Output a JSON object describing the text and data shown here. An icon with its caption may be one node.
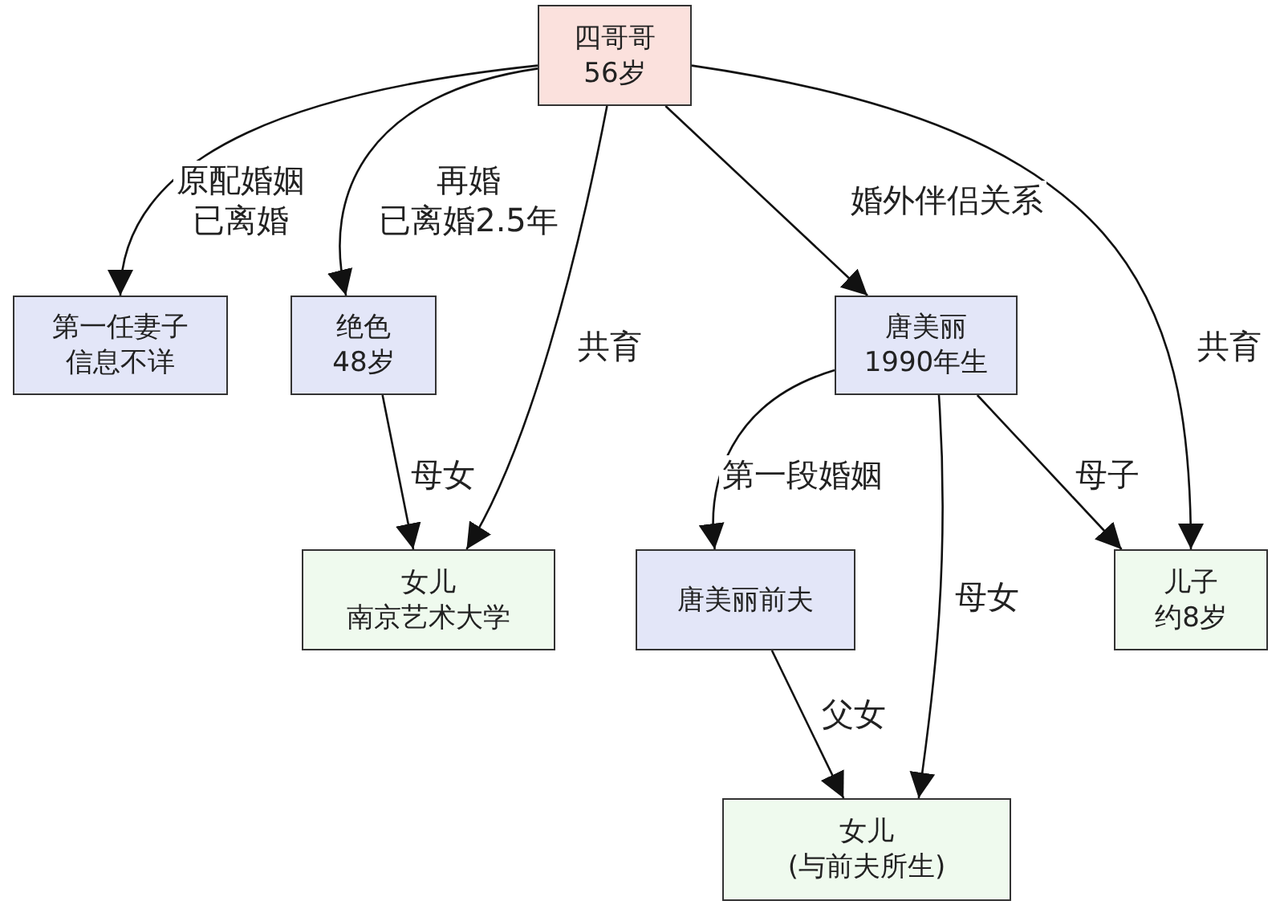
{
  "diagram": {
    "nodes": [
      {
        "text": [
          "四哥哥",
          "56岁"
        ]
      },
      {
        "text": [
          "第一任妻子",
          "信息不详"
        ]
      },
      {
        "text": [
          "绝色",
          "48岁"
        ]
      },
      {
        "text": [
          "唐美丽",
          "1990年生"
        ]
      },
      {
        "text": [
          "女儿",
          "南京艺术大学"
        ]
      },
      {
        "text": [
          "唐美丽前夫"
        ]
      },
      {
        "text": [
          "儿子",
          "约8岁"
        ]
      },
      {
        "text": [
          "女儿",
          "(与前夫所生)"
        ]
      }
    ],
    "edges": [
      {
        "from": 0,
        "to": 1,
        "arrow": "to",
        "label": "原配婚姻已离婚"
      },
      {
        "from": 0,
        "to": 2,
        "arrow": "to",
        "label": "再婚已离婚2.5年"
      },
      {
        "from": 0,
        "to": 4,
        "arrow": "to",
        "label": "共育"
      },
      {
        "from": 0,
        "to": 3,
        "arrow": "to",
        "label": "婚外伴侣关系"
      },
      {
        "from": 0,
        "to": 6,
        "arrow": "to",
        "label": "共育"
      },
      {
        "from": 2,
        "to": 4,
        "arrow": "to",
        "label": "母女"
      },
      {
        "from": 3,
        "to": 5,
        "arrow": "to",
        "label": "第一段婚姻"
      },
      {
        "from": 3,
        "to": 7,
        "arrow": "to",
        "label": "母女"
      },
      {
        "from": 3,
        "to": 6,
        "arrow": "to",
        "label": "母子"
      },
      {
        "from": 5,
        "to": 7,
        "arrow": "to",
        "label": "父女"
      }
    ]
  }
}
